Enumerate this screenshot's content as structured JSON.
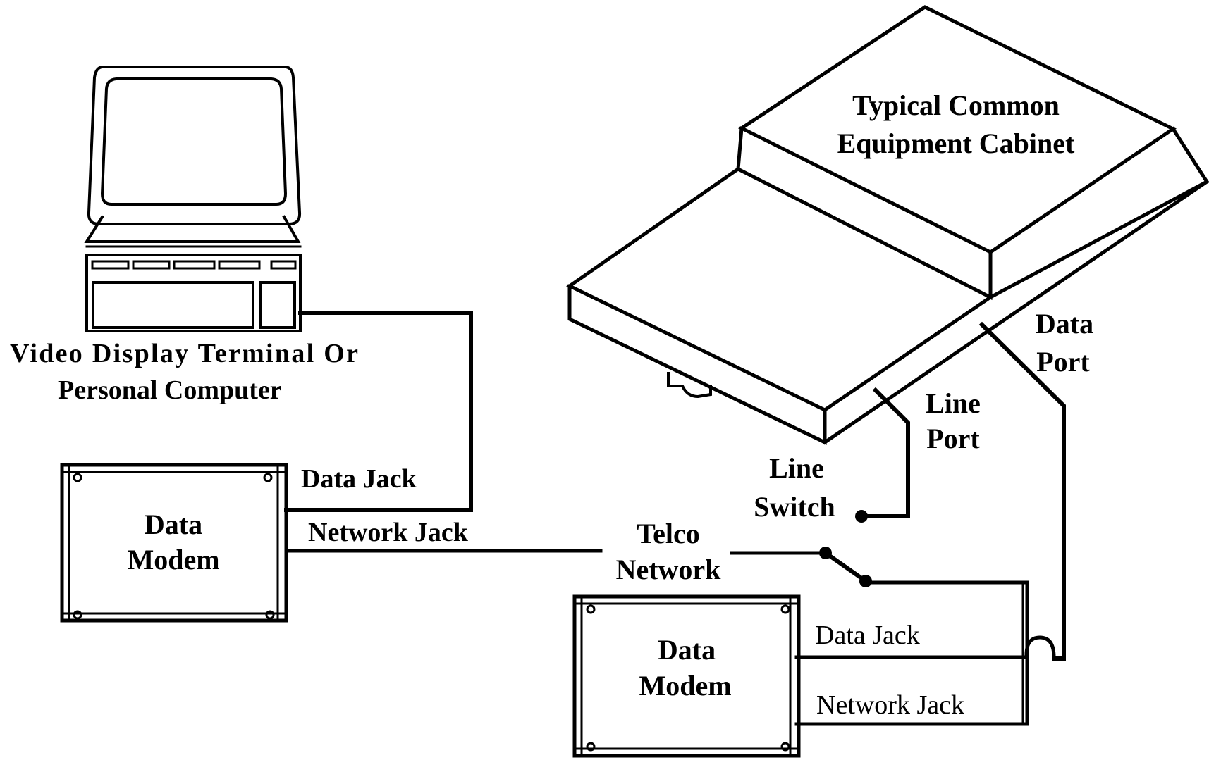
{
  "cabinet": {
    "title_line1": "Typical Common",
    "title_line2": "Equipment Cabinet"
  },
  "terminal": {
    "label_line1": "Video  Display  Terminal  Or",
    "label_line2": "Personal Computer"
  },
  "modem_left": {
    "label_line1": "Data",
    "label_line2": "Modem",
    "data_jack": "Data  Jack",
    "network_jack": "Network Jack"
  },
  "modem_right": {
    "label_line1": "Data",
    "label_line2": "Modem",
    "data_jack": "Data  Jack",
    "network_jack": "Network  Jack"
  },
  "telco": {
    "line1": "Telco",
    "line2": "Network"
  },
  "line_switch": {
    "line1": "Line",
    "line2": "Switch"
  },
  "line_port": {
    "line1": "Line",
    "line2": "Port"
  },
  "data_port": {
    "line1": "Data",
    "line2": "Port"
  }
}
